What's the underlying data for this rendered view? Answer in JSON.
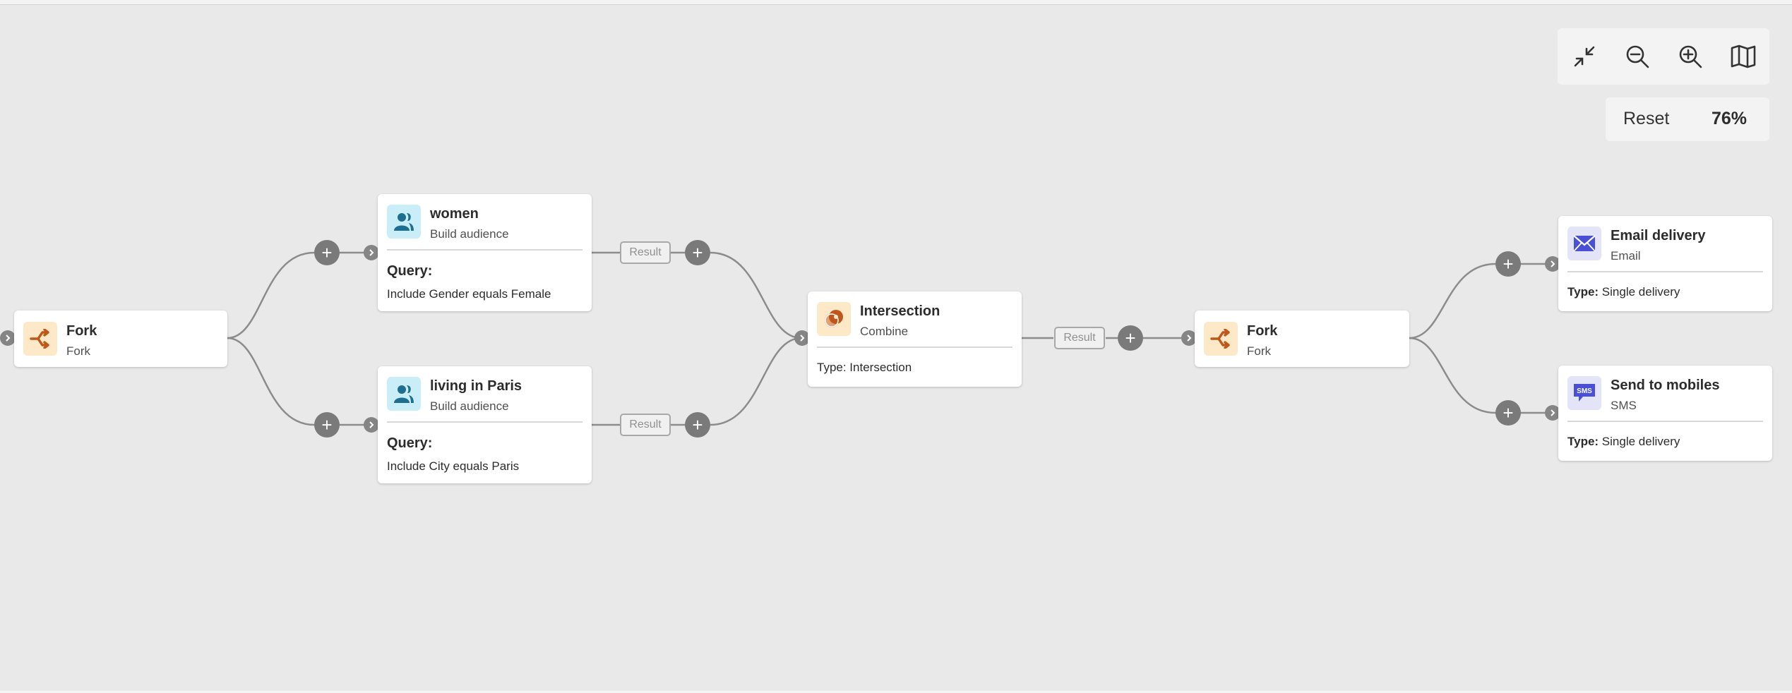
{
  "toolbar": {
    "collapse_icon": "collapse-arrows-icon",
    "zoom_out_icon": "zoom-out-icon",
    "zoom_in_icon": "zoom-in-icon",
    "map_icon": "map-icon",
    "reset_label": "Reset",
    "zoom_level": "76%"
  },
  "nodes": {
    "fork1": {
      "title": "Fork",
      "subtitle": "Fork",
      "icon": "fork-icon"
    },
    "women": {
      "title": "women",
      "subtitle": "Build audience",
      "query_label": "Query:",
      "query_text": "Include Gender equals Female",
      "icon": "audience-icon"
    },
    "paris": {
      "title": "living in Paris",
      "subtitle": "Build audience",
      "query_label": "Query:",
      "query_text": "Include City equals Paris",
      "icon": "audience-icon"
    },
    "intersection": {
      "title": "Intersection",
      "subtitle": "Combine",
      "type_text": "Type: Intersection",
      "icon": "combine-icon"
    },
    "fork2": {
      "title": "Fork",
      "subtitle": "Fork",
      "icon": "fork-icon"
    },
    "email": {
      "title": "Email delivery",
      "subtitle": "Email",
      "type_label": "Type:",
      "type_value": " Single delivery",
      "icon": "envelope-icon"
    },
    "sms": {
      "title": "Send to mobiles",
      "subtitle": "SMS",
      "type_label": "Type:",
      "type_value": " Single delivery",
      "icon": "sms-icon",
      "icon_text": "SMS"
    }
  },
  "result_label": "Result",
  "plus_symbol": "+",
  "colors": {
    "canvas": "#e9e9e9",
    "connector": "#8c8c8c",
    "fork_accent": "#c0571a",
    "audience_accent": "#1e6f8f",
    "delivery_accent": "#4a4fd4"
  }
}
